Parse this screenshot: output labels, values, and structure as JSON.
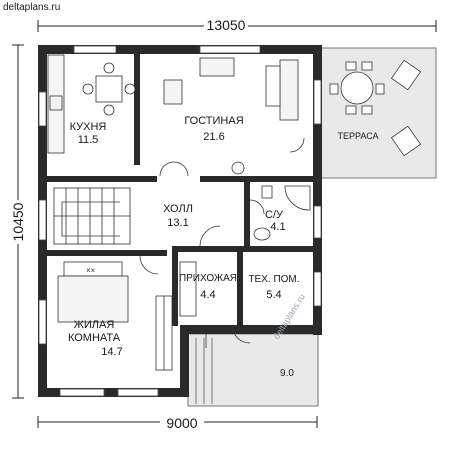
{
  "site": "deltaplans.ru",
  "watermark": "deltaplans.ru",
  "dimensions": {
    "top": "13050",
    "bottom": "9000",
    "left": "10450"
  },
  "rooms": [
    {
      "key": "kitchen",
      "name": "КУХНЯ",
      "area": "11.5"
    },
    {
      "key": "living",
      "name": "ГОСТИНАЯ",
      "area": "21.6"
    },
    {
      "key": "terrace",
      "name": "ТЕРРАСА",
      "area": ""
    },
    {
      "key": "hall",
      "name": "ХОЛЛ",
      "area": "13.1"
    },
    {
      "key": "bath",
      "name": "С/У",
      "area": "4.1"
    },
    {
      "key": "entry",
      "name": "ПРИХОЖАЯ",
      "area": "4.4"
    },
    {
      "key": "tech",
      "name": "ТЕХ. ПОМ.",
      "area": "5.4"
    },
    {
      "key": "bedroom",
      "name1": "ЖИЛАЯ",
      "name2": "КОМНАТА",
      "area": "14.7"
    },
    {
      "key": "porch",
      "name": "",
      "area": "9.0"
    }
  ]
}
